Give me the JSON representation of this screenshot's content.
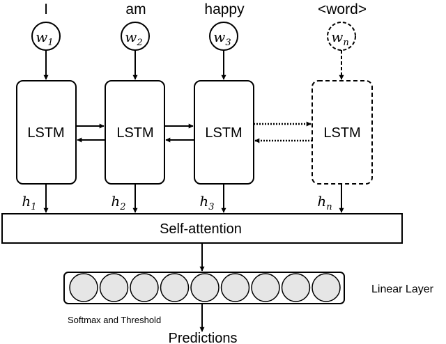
{
  "tokens": [
    "I",
    "am",
    "happy",
    "<word>"
  ],
  "inputs": [
    {
      "symbol": "w",
      "sub": "1"
    },
    {
      "symbol": "w",
      "sub": "2"
    },
    {
      "symbol": "w",
      "sub": "3"
    },
    {
      "symbol": "w",
      "sub": "n"
    }
  ],
  "lstm_label": "LSTM",
  "hidden": [
    {
      "symbol": "h",
      "sub": "1"
    },
    {
      "symbol": "h",
      "sub": "2"
    },
    {
      "symbol": "h",
      "sub": "3"
    },
    {
      "symbol": "h",
      "sub": "n"
    }
  ],
  "attention_label": "Self-attention",
  "linear_layer_label": "Linear Layer",
  "linear_units": 9,
  "softmax_label": "Softmax and Threshold",
  "predictions_label": "Predictions"
}
